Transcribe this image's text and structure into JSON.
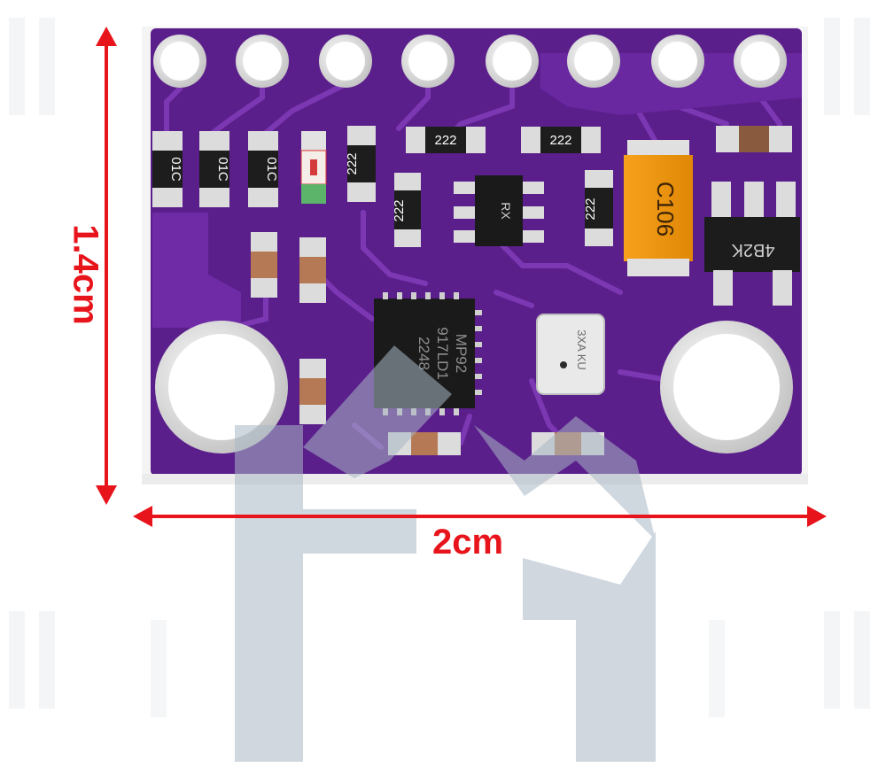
{
  "dimensions": {
    "height_label": "1.4cm",
    "width_label": "2cm",
    "color": "#e8141b"
  },
  "board": {
    "pcb_color": "#5b1f8c",
    "trace_color": "#7a35b0",
    "silk_color": "#f2f2f2",
    "pad_color": "#d9d9d9",
    "pin_count": 8
  },
  "components": {
    "resistors": [
      "01C",
      "01C",
      "01C",
      "222",
      "222",
      "222",
      "222",
      "222"
    ],
    "capacitor": "C106",
    "regulator": "4B2K",
    "transistor": "RX",
    "main_chip": [
      "MP92",
      "917LD1",
      "2248"
    ],
    "sensor": "3XA\nKU"
  },
  "watermark": {
    "icon": "hs-logo-watermark",
    "color": "#b9c2cc"
  }
}
